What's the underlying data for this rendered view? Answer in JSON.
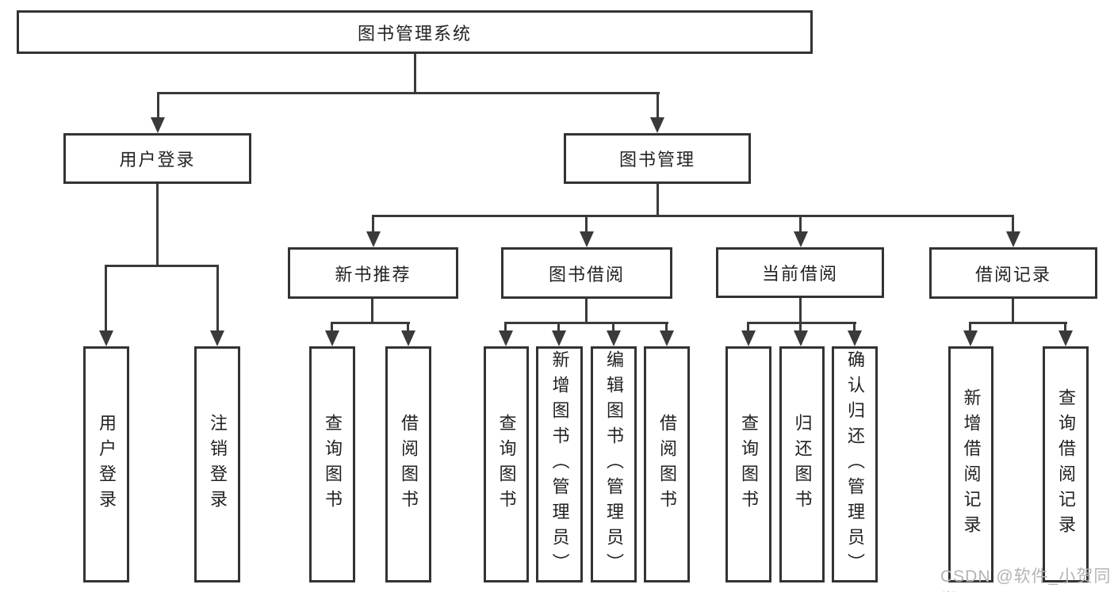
{
  "diagram": {
    "root": {
      "label": "图书管理系统"
    },
    "level1": [
      {
        "id": "user-login",
        "label": "用户登录"
      },
      {
        "id": "book-management",
        "label": "图书管理"
      }
    ],
    "level2": [
      {
        "id": "new-book-recommend",
        "label": "新书推荐"
      },
      {
        "id": "book-borrowing",
        "label": "图书借阅"
      },
      {
        "id": "current-borrowing",
        "label": "当前借阅"
      },
      {
        "id": "borrowing-records",
        "label": "借阅记录"
      }
    ],
    "leaves": [
      {
        "id": "user-login-action",
        "label": "用户登录"
      },
      {
        "id": "logout-action",
        "label": "注销登录"
      },
      {
        "id": "nb-query-books",
        "label": "查询图书"
      },
      {
        "id": "nb-borrow-books",
        "label": "借阅图书"
      },
      {
        "id": "bb-query-books",
        "label": "查询图书"
      },
      {
        "id": "bb-add-books-admin",
        "label": "新增图书（管理员）"
      },
      {
        "id": "bb-edit-books-admin",
        "label": "编辑图书（管理员）"
      },
      {
        "id": "bb-borrow-books",
        "label": "借阅图书"
      },
      {
        "id": "cb-query-books",
        "label": "查询图书"
      },
      {
        "id": "cb-return-books",
        "label": "归还图书"
      },
      {
        "id": "cb-confirm-return-admin",
        "label": "确认归还（管理员）"
      },
      {
        "id": "br-add-record",
        "label": "新增借阅记录"
      },
      {
        "id": "br-query-record",
        "label": "查询借阅记录"
      }
    ],
    "watermark": "CSDN @软件_小贺同学"
  }
}
